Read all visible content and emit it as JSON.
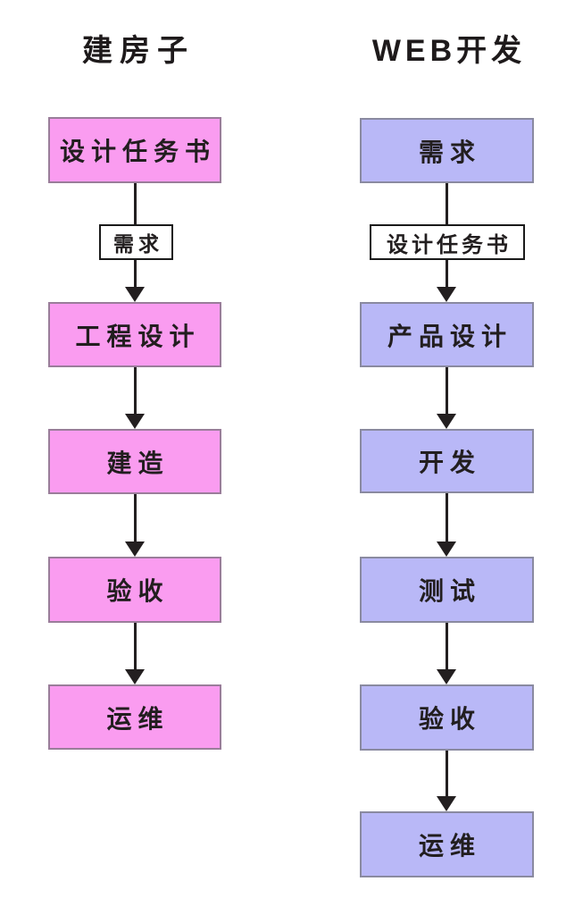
{
  "diagram": {
    "background_color": "#ffffff",
    "connector_color": "#231f20",
    "left_flow": {
      "title": "建房子",
      "node_fill": "#fa9cf0",
      "node_border": "#9a7d9a",
      "steps": [
        "设计任务书",
        "工程设计",
        "建造",
        "验收",
        "运维"
      ],
      "connector_label": "需求"
    },
    "right_flow": {
      "title": "WEB开发",
      "node_fill": "#b9b8f7",
      "node_border": "#8a8aa0",
      "steps": [
        "需求",
        "产品设计",
        "开发",
        "测试",
        "验收",
        "运维"
      ],
      "connector_label": "设计任务书"
    }
  }
}
